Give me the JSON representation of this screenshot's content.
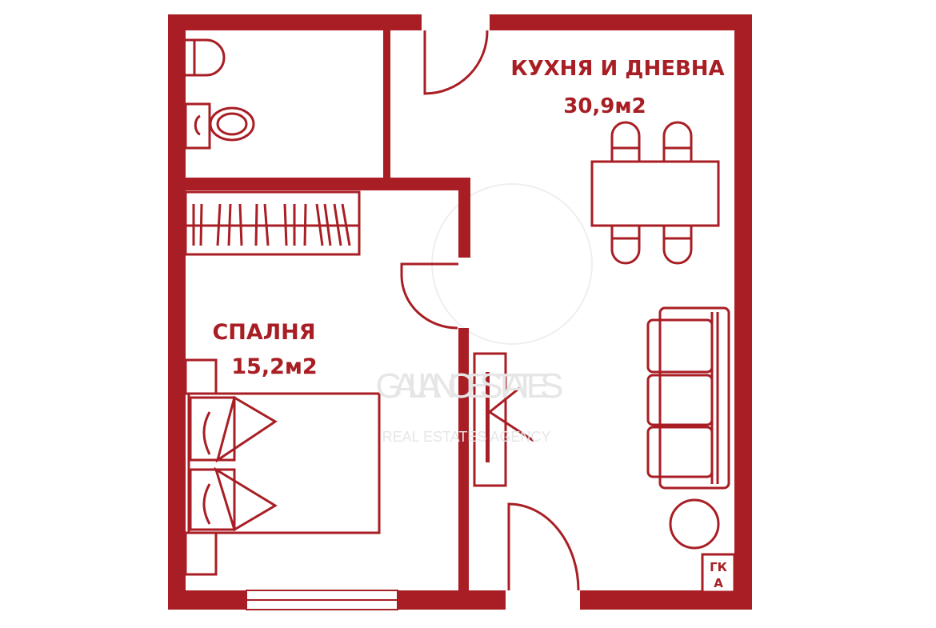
{
  "rooms": {
    "kitchen": {
      "name": "КУХНЯ И ДНЕВНА",
      "area": "30,9м2"
    },
    "bedroom": {
      "name": "СПАЛНЯ",
      "area": "15,2м2"
    }
  },
  "labels": {
    "gk_top": "ГК",
    "gk_bottom": "А"
  },
  "watermark": {
    "brand": "GALIANO ESTATES",
    "tagline": "REAL ESTATES AGENCY"
  },
  "colors": {
    "wall": "#a81e24"
  }
}
